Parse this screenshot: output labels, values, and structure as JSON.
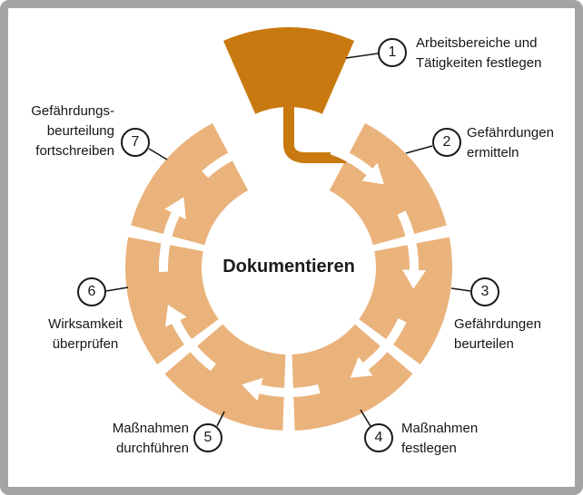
{
  "frame": {
    "border_color": "#a4a4a4",
    "background": "#ffffff"
  },
  "diagram": {
    "title_semantic": "risk-assessment-cycle",
    "center_label": "Dokumentieren",
    "colors": {
      "highlight_segment": "#c87a10",
      "segment": "#eab37c",
      "arrow": "#ffffff",
      "leader_line": "#1a1a1a",
      "number_circle_fill": "#ffffff",
      "number_circle_border": "#1a1a1a",
      "text": "#161616"
    },
    "steps": [
      {
        "num": "1",
        "label": "Arbeitsbereiche und\nTätigkeiten festlegen",
        "highlighted": true
      },
      {
        "num": "2",
        "label": "Gefährdungen\nermitteln",
        "highlighted": false
      },
      {
        "num": "3",
        "label": "Gefährdungen\nbeurteilen",
        "highlighted": false
      },
      {
        "num": "4",
        "label": "Maßnahmen\nfestlegen",
        "highlighted": false
      },
      {
        "num": "5",
        "label": "Maßnahmen\ndurchführen",
        "highlighted": false
      },
      {
        "num": "6",
        "label": "Wirksamkeit\nüberprüfen",
        "highlighted": false
      },
      {
        "num": "7",
        "label": "Gefährdungs-\nbeurteilung\nfortschreiben",
        "highlighted": false
      }
    ]
  }
}
